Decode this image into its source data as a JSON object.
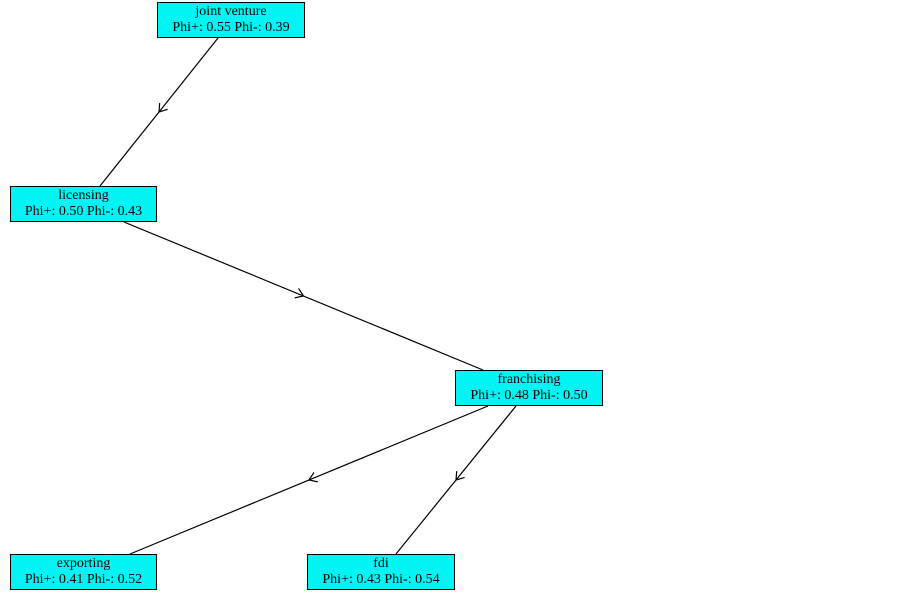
{
  "colors": {
    "node_fill": "#00f4f4",
    "node_border": "#000000",
    "edge": "#000000"
  },
  "nodes": {
    "joint_venture": {
      "name": "joint venture",
      "score": "Phi+: 0.55 Phi-: 0.39"
    },
    "licensing": {
      "name": "licensing",
      "score": "Phi+: 0.50 Phi-: 0.43"
    },
    "franchising": {
      "name": "franchising",
      "score": "Phi+: 0.48 Phi-: 0.50"
    },
    "exporting": {
      "name": "exporting",
      "score": "Phi+: 0.41 Phi-: 0.52"
    },
    "fdi": {
      "name": "fdi",
      "score": "Phi+: 0.43 Phi-: 0.54"
    }
  },
  "edges": [
    {
      "from": "joint_venture",
      "to": "licensing"
    },
    {
      "from": "licensing",
      "to": "franchising"
    },
    {
      "from": "franchising",
      "to": "exporting"
    },
    {
      "from": "franchising",
      "to": "fdi"
    }
  ]
}
